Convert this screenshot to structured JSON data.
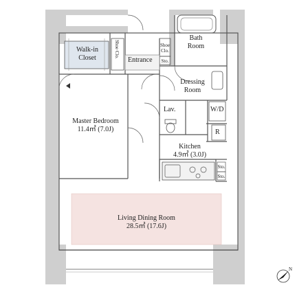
{
  "rooms": {
    "walk_in_closet": {
      "line1": "Walk-in",
      "line2": "Closet"
    },
    "shoe_closet_left": "Shoe Clo.",
    "entrance": "Entrance",
    "shoe_closet_right": {
      "line1": "Shoe",
      "line2": "Clo."
    },
    "storage_entrance": "Sto.",
    "bath_room": {
      "line1": "Bath",
      "line2": "Room"
    },
    "dressing_room": {
      "line1": "Dressing",
      "line2": "Room"
    },
    "lavatory": "Lav.",
    "washer_dryer": "W/D",
    "refrigerator": "R",
    "master_bedroom": {
      "name": "Master Bedroom",
      "area": "11.4㎡ (7.0J)"
    },
    "kitchen": {
      "name": "Kitchen",
      "area": "4.9㎡ (3.0J)"
    },
    "storage_kitchen_1": "Sto.",
    "storage_kitchen_2": "Sto.",
    "living_dining_room": {
      "name": "Living Dining Room",
      "area": "28.5㎡ (17.6J)"
    }
  },
  "colors": {
    "wall": "#cfcfcf",
    "line": "#555555",
    "ldr_fill": "#f5e3e1",
    "closet_fill": "#dfe6ee",
    "light_fill": "#f2f2f2"
  },
  "compass": {
    "north_label": "N"
  }
}
